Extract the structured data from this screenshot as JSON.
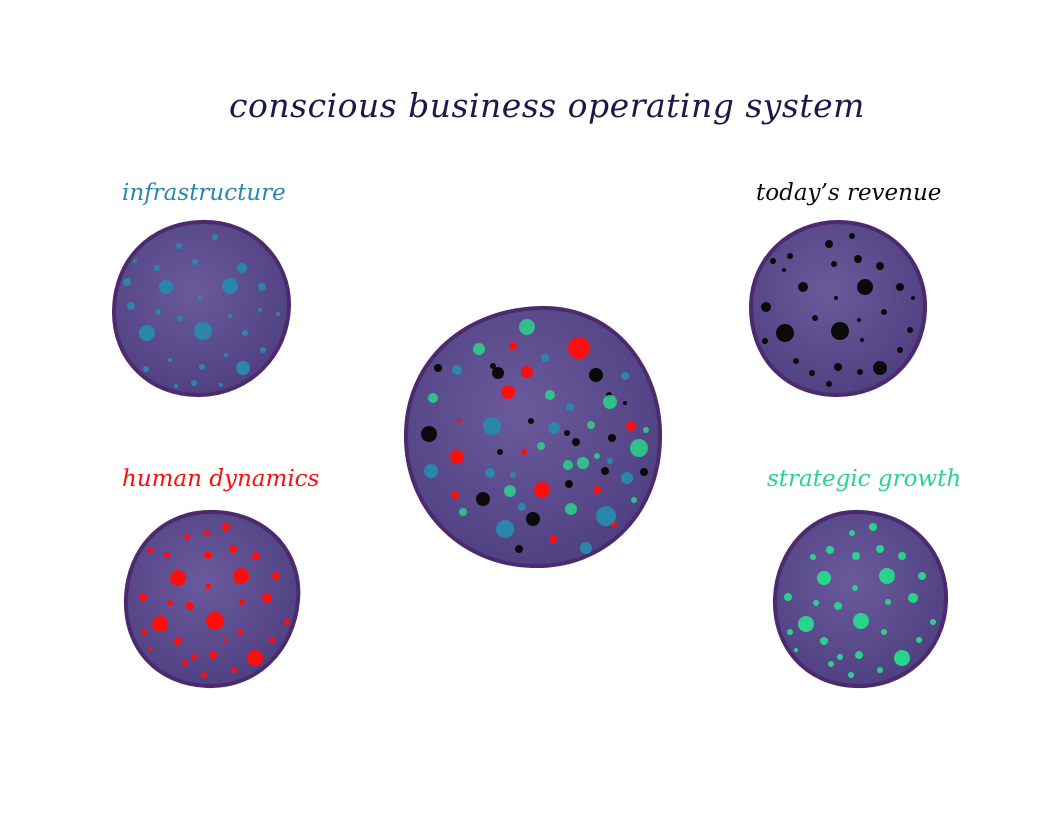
{
  "title": "conscious business operating  system",
  "colors": {
    "cell_fill": "#5a4a8c",
    "cell_outline": "#4b2a6e",
    "infrastructure": "#2a86ab",
    "revenue": "#0a0a0a",
    "human": "#ff0d0d",
    "growth": "#2ad38b",
    "title_text": "#1a1a4a"
  },
  "labels": {
    "infrastructure": "infrastructure",
    "revenue": "today’s revenue",
    "human": "human dynamics",
    "growth": "strategic growth"
  },
  "cells": [
    {
      "id": "infrastructure",
      "dot_color": "infrastructure"
    },
    {
      "id": "revenue",
      "dot_color": "revenue"
    },
    {
      "id": "human",
      "dot_color": "human"
    },
    {
      "id": "growth",
      "dot_color": "growth"
    },
    {
      "id": "center",
      "dot_color": "mixed"
    }
  ]
}
